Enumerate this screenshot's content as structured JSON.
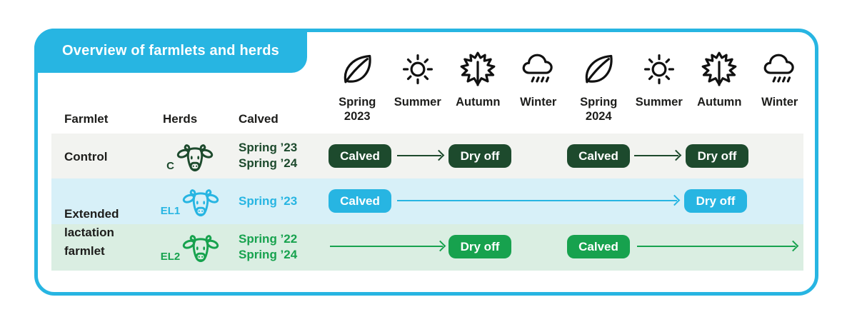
{
  "header": {
    "title": "Overview of farmlets and herds"
  },
  "columns": {
    "farmlet": "Farmlet",
    "herds": "Herds",
    "calved": "Calved"
  },
  "seasons": [
    {
      "icon": "leaf-icon",
      "label": "Spring",
      "year": "2023"
    },
    {
      "icon": "sun-icon",
      "label": "Summer",
      "year": ""
    },
    {
      "icon": "maple-leaf-icon",
      "label": "Autumn",
      "year": ""
    },
    {
      "icon": "rain-cloud-icon",
      "label": "Winter",
      "year": ""
    },
    {
      "icon": "leaf-icon",
      "label": "Spring",
      "year": "2024"
    },
    {
      "icon": "sun-icon",
      "label": "Summer",
      "year": ""
    },
    {
      "icon": "maple-leaf-icon",
      "label": "Autumn",
      "year": ""
    },
    {
      "icon": "rain-cloud-icon",
      "label": "Winter",
      "year": ""
    }
  ],
  "rows": [
    {
      "farmlet": "Control",
      "herd": "C",
      "calved": [
        "Spring ’23",
        "Spring ’24"
      ],
      "events": [
        {
          "label": "Calved",
          "season": "Spring 2023"
        },
        {
          "label": "Dry off",
          "season": "Autumn 2023"
        },
        {
          "label": "Calved",
          "season": "Spring 2024"
        },
        {
          "label": "Dry off",
          "season": "Autumn 2024"
        }
      ]
    },
    {
      "farmlet": "Extended lactation farmlet",
      "herd": "EL1",
      "calved": [
        "Spring ’23"
      ],
      "events": [
        {
          "label": "Calved",
          "season": "Spring 2023"
        },
        {
          "label": "Dry off",
          "season": "Autumn 2024"
        }
      ]
    },
    {
      "herd": "EL2",
      "calved": [
        "Spring ’22",
        "Spring ’24"
      ],
      "events": [
        {
          "label": "Dry off",
          "season": "Autumn 2023"
        },
        {
          "label": "Calved",
          "season": "Spring 2024"
        }
      ]
    }
  ],
  "colors": {
    "accent_cyan": "#27b5e2",
    "dark_green": "#1d4a2d",
    "green": "#17a24e",
    "row_gray": "#f2f3f0",
    "row_blue": "#d7f0f8",
    "row_green": "#daeee2"
  }
}
